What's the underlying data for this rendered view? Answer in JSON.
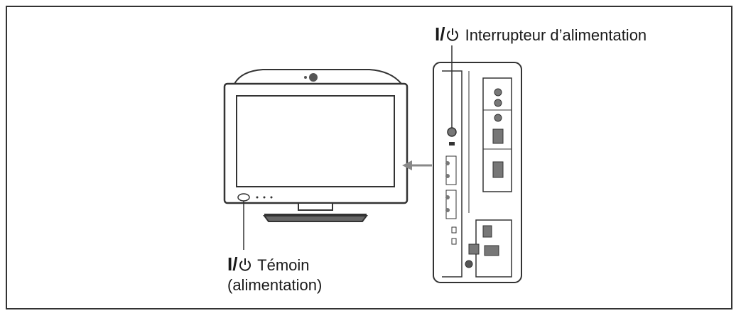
{
  "callouts": {
    "power_switch": {
      "symbol": "I/",
      "label": "Interrupteur d’alimentation"
    },
    "indicator": {
      "symbol": "I/",
      "label": "Témoin",
      "sublabel": "(alimentation)"
    }
  },
  "icons": [
    "power-icon"
  ],
  "colors": {
    "stroke": "#333333",
    "arrow": "#888888"
  }
}
